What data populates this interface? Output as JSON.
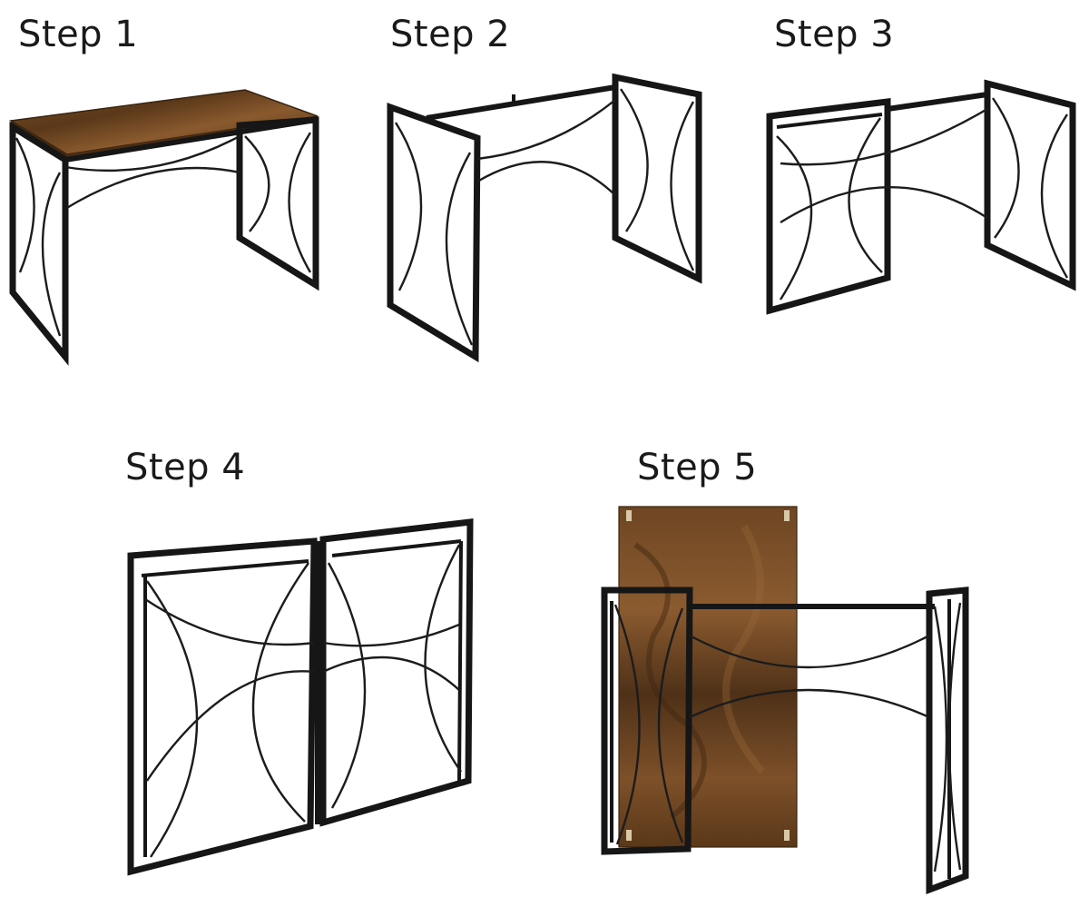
{
  "steps": [
    {
      "label": "Step 1"
    },
    {
      "label": "Step 2"
    },
    {
      "label": "Step 3"
    },
    {
      "label": "Step 4"
    },
    {
      "label": "Step 5"
    }
  ],
  "colors": {
    "frame": "#161616",
    "wood_dark": "#4a2e16",
    "wood_mid": "#6e4623",
    "wood_light": "#8a5a2e",
    "background": "#ffffff"
  }
}
